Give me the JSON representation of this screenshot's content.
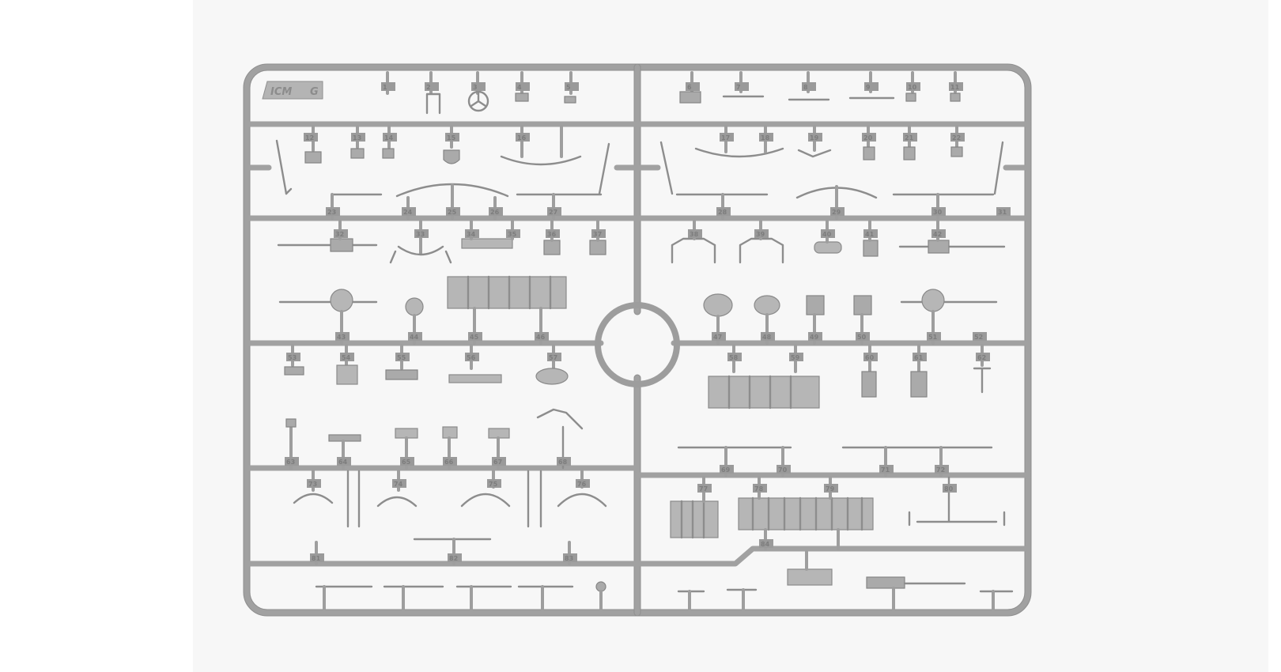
{
  "photo": {
    "subject": "plastic model kit sprue",
    "brand": "ICM",
    "sprue_letter": "G",
    "colors": {
      "background": "#f7f7f7",
      "plastic": "#a3a3a3",
      "plastic_edge": "#8e8e8e",
      "plastic_light": "#b9b9b9"
    }
  },
  "part_numbers": [
    "1",
    "2",
    "3",
    "4",
    "5",
    "6",
    "7",
    "8",
    "9",
    "10",
    "11",
    "12",
    "13",
    "14",
    "15",
    "16",
    "17",
    "18",
    "19",
    "20",
    "21",
    "22",
    "23",
    "24",
    "25",
    "26",
    "27",
    "28",
    "29",
    "30",
    "31",
    "32",
    "33",
    "34",
    "35",
    "36",
    "37",
    "38",
    "39",
    "40",
    "41",
    "42",
    "43",
    "44",
    "45",
    "46",
    "47",
    "48",
    "49",
    "50",
    "51",
    "52",
    "53",
    "54",
    "55",
    "56",
    "57",
    "58",
    "59",
    "60",
    "61",
    "62",
    "63",
    "64",
    "65",
    "66",
    "67",
    "68",
    "69",
    "70",
    "71",
    "72",
    "73",
    "74",
    "75",
    "76",
    "77",
    "78",
    "79",
    "80",
    "81",
    "82",
    "83",
    "84"
  ]
}
